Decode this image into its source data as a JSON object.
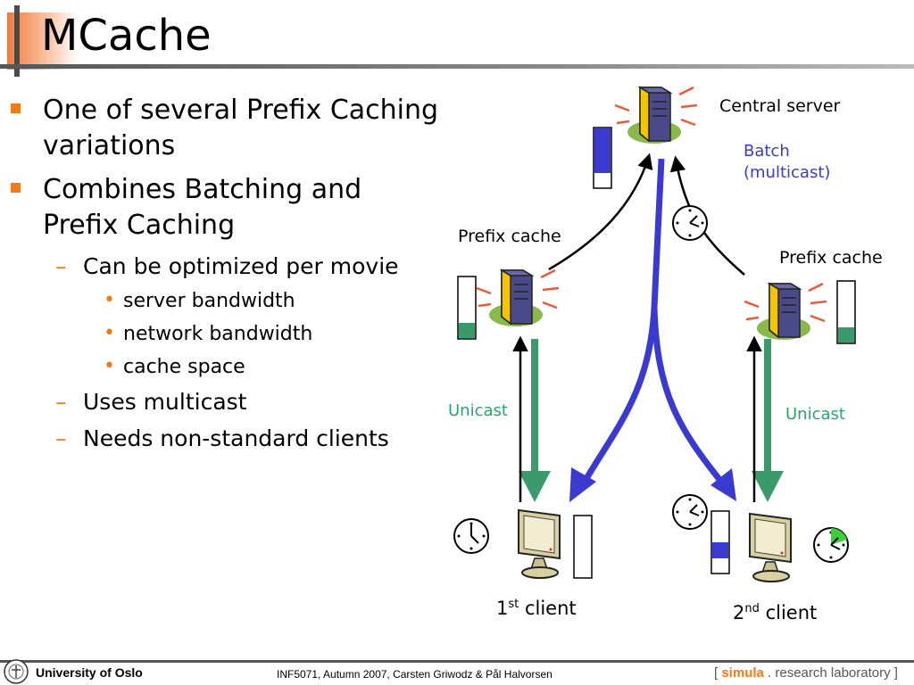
{
  "slide": {
    "title": "MCache",
    "bullets": [
      {
        "text_line1": "One of several Prefix Caching",
        "text_line2": "variations"
      },
      {
        "text_line1": "Combines Batching and",
        "text_line2": "Prefix Caching"
      }
    ],
    "sub_bullets": [
      "Can be optimized per movie",
      "Uses multicast",
      "Needs non-standard clients"
    ],
    "sub_sub_bullets": [
      "server bandwidth",
      "network bandwidth",
      "cache space"
    ]
  },
  "diagram": {
    "central_server": "Central server",
    "batch_label_1": "Batch",
    "batch_label_2": "(multicast)",
    "prefix_cache_left": "Prefix cache",
    "prefix_cache_right": "Prefix cache",
    "unicast_left": "Unicast",
    "unicast_right": "Unicast",
    "client1_num": "1",
    "client1_sup": "st",
    "client1_word": "client",
    "client2_num": "2",
    "client2_sup": "nd",
    "client2_word": "client",
    "colors": {
      "blue": "#3a3ad0",
      "green": "#3a9a6a",
      "orange": "#f07a1c"
    }
  },
  "footer": {
    "university": "University of Oslo",
    "course": "INF5071,  Autumn 2007,  Carsten Griwodz & Pål Halvorsen",
    "simula_open": "[ ",
    "simula_name": "simula",
    "simula_rest": " . research laboratory ]"
  }
}
